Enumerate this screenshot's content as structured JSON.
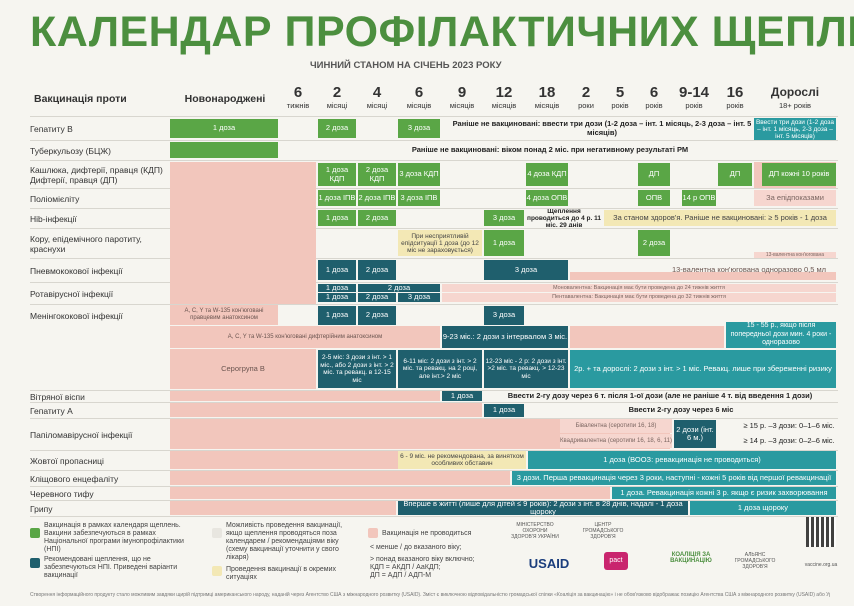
{
  "title": "КАЛЕНДАР ПРОФІЛАКТИЧНИХ ЩЕПЛЕНЬ",
  "subtitle": "ЧИННИЙ СТАНОМ НА СІЧЕНЬ 2023 РОКУ",
  "header": {
    "vaccination_against": "Вакцинація проти",
    "newborn": "Новонароджені",
    "ages": [
      {
        "n": "6",
        "u": "тижнів"
      },
      {
        "n": "2",
        "u": "місяці"
      },
      {
        "n": "4",
        "u": "місяці"
      },
      {
        "n": "6",
        "u": "місяців"
      },
      {
        "n": "9",
        "u": "місяців"
      },
      {
        "n": "12",
        "u": "місяців"
      },
      {
        "n": "18",
        "u": "місяців"
      },
      {
        "n": "2",
        "u": "роки"
      },
      {
        "n": "5",
        "u": "років"
      },
      {
        "n": "6",
        "u": "років"
      },
      {
        "n": "9-14",
        "u": "років"
      },
      {
        "n": "16",
        "u": "років"
      },
      {
        "n": "Дорослі",
        "u": "18+ років"
      }
    ]
  },
  "rows": [
    "Гепатиту В",
    "Туберкульозу (БЦЖ)",
    "Кашлюка, дифтерії, правця (КДП)\nДифтерії, правця (ДП)",
    "Поліомієліту",
    "Hib-інфекції",
    "Кору, епідемічного паротиту, краснухи",
    "Пневмококової інфекції",
    "Ротавірусної інфекції",
    "Менінгококової інфекції",
    "",
    "",
    "Вітряної віспи",
    "Гепатиту А",
    "Папіломавірусної інфекції",
    "Жовтої пропасниці",
    "Кліщового енцефаліту",
    "Черевного тифу",
    "Грипу"
  ],
  "cells": {
    "hepb_1": "1 доза",
    "hepb_2": "2 доза",
    "hepb_3": "3 доза",
    "hepb_note": "Раніше не вакциновані: ввести три дози (1-2 доза – інт. 1 місяць, 2-3 доза – інт. 5 місяців)",
    "hepb_adult": "Ввести три дози (1-2 доза – інт. 1 місяць, 2-3 доза – інт. 5 місяців)",
    "bcg_note": "Раніше не вакциновані: віком понад 2 міс. при негативному результаті РМ",
    "dtp_1": "1 доза КДП",
    "dtp_2": "2 доза КДП",
    "dtp_3": "3 доза КДП",
    "dtp_4": "4 доза КДП",
    "dtp_dp6": "ДП",
    "dtp_dp16": "ДП",
    "dtp_adult": "ДП кожні 10 років",
    "polio_1": "1 доза ІПВ",
    "polio_2": "2 доза ІПВ",
    "polio_3": "3 доза ІПВ",
    "polio_4": "4 доза ОПВ",
    "polio_5": "ОПВ",
    "polio_6": "14 р ОПВ",
    "polio_adult": "За епідпоказами",
    "hib_1": "1 доза",
    "hib_2": "2 доза",
    "hib_3": "3 доза",
    "hib_note": "Щеплення проводиться до 4 р. 11 міс. 29 днів",
    "hib_note2": "За станом здоров'я. Раніше не вакциновані: ≥ 5 років - 1 доза",
    "mmr_1": "1 доза",
    "mmr_2": "2 доза",
    "mmr_note": "При несприятливій епідситуації 1 доза (до 12 міс не зараховується)",
    "mmr_adult": "13-валентна кон'югована",
    "pcv_1": "1 доза",
    "pcv_2": "2 доза",
    "pcv_3": "3 доза",
    "pcv_note": "13-валентна кон'югована одноразово 0,5 мл",
    "rota_1": "1 доза",
    "rota_2": "2 доза",
    "rota_2b": "2 доза",
    "rota_3": "3 доза",
    "rota_note1": "Моновалентна: Вакцинація має бути проведена до 24 тижнів життя",
    "rota_note2": "Пентавалентна: Вакцинація має бути проведена до 32 тижнів життя",
    "men_1": "1 доза",
    "men_2": "2 доза",
    "men_3": "3 доза",
    "men_pk": "А, С, Y та W-135 кон'юговані правцевим анатоксином",
    "men_pk2": "А, С, Y та W-135 кон'юговані дифтерійним анатоксином",
    "men_9_23": "9-23 міс.: 2 дози з інтервалом 3 міс.",
    "men_adult": "15 - 55 р., якщо після попередньої дози мин. 4 роки - одноразово",
    "menb_pk": "Серогрупа В",
    "menb_1": "2-5 міс: 3 дози з інт. > 1 міс., або 2 дози з інт. > 2 міс. та ревакц. в 12-15 міс",
    "menb_2": "6-11 міс: 2 дози з інт. > 2 міс. та ревакц. на 2 році, але інт.> 2 міс",
    "menb_3": "12-23 міс - 2 р: 2 дози з інт. >2 міс. та ревакц. > 12-23 міс",
    "menb_4": "2р. + та дорослі: 2 дози з інт. > 1 міс. Ревакц. лише при збереженні ризику",
    "var_1": "1 доза",
    "var_note": "Ввести 2-гу дозу через 6 т. після 1-ої дози (але не раніше 4 т. від введення 1 дози)",
    "hepa_1": "1 доза",
    "hepa_note": "Ввести 2-гу дозу через 6 міс",
    "hpv_pk1": "Бівалентна (серотипи 16, 18)",
    "hpv_pk2": "Квадривалентна (серотипи 16, 18, 6, 11)",
    "hpv_2": "2 дози (інт. 6 м.)",
    "hpv_r1": "≥ 15 р. –3 дози: 0–1–6 міс.",
    "hpv_r2": "≥ 14 р. –3 дози: 0–2–6 міс.",
    "yf_note": "6 - 9 міс. не рекомендована, за винятком особливих обставин",
    "yf_1": "1 доза (ВООЗ: ревакцинація не проводиться)",
    "tbe_1": "3 дози. Перша ревакцинація через 3 роки, наступні - кожні 5 років від першої ревакцинації",
    "typh_1": "1 доза. Ревакцинація кожні 3 р. якщо є ризик захворювання",
    "flu_1": "Вперше в житті (лише для дітей ≤ 9 років): 2 дози з інт. в 28 днів, надалі - 1 доза щороку",
    "flu_adult": "1 доза щороку"
  },
  "legend": {
    "l1": "Вакцинація в рамках календаря щеплень. Вакцини забезпечуються в рамках Національної програми імунопрофілактики (НПІ)",
    "l2": "Рекомендовані щеплення, що не забезпечуються НПІ. Приведені варіанти вакцинації",
    "l3": "Можливість проведення вакцинації, якщо щеплення проводяться поза календарем / рекомендаціями віку (схему вакцинації уточнити у свого лікаря)",
    "l4": "Проведення вакцинації в окремих ситуаціях",
    "l5": "Вакцинація не проводиться",
    "l6": "< менше / до вказаного віку;",
    "l7": "> понад вказаного віку включно;\nКДП = АКДП / АаКДП;\nДП = АДП / АДП-М"
  },
  "logos": {
    "moh": "МІНІСТЕРСТВО ОХОРОНИ ЗДОРОВ'Я УКРАЇНИ",
    "phc": "ЦЕНТР ГРОМАДСЬКОГО ЗДОРОВ'Я",
    "usaid": "USAID",
    "pact": "pact",
    "coal": "КОАЛІЦІЯ ЗА ВАКЦИНАЦІЮ",
    "alliance": "АЛЬЯНС ГРОМАДСЬКОГО ЗДОРОВ'Я",
    "site": "vaccine.org.ua"
  },
  "footer": "Створення інформаційного продукту стало можливим завдяки щирій підтримці американського народу, наданій через Агентство США з міжнародного розвитку (USAID). Зміст є виключною відповідальністю громадської спілки «Коаліція за вакцинацію» і не обов'язково відображає позицію Агентства США з міжнародного розвитку (USAID) або Уряду США",
  "colors": {
    "title_green": "#4c8f3f",
    "npi_green": "#5aa646",
    "recommended_blue": "#1f5f6d",
    "teal": "#2a9aa0",
    "not_done_pink": "#f2c6bc",
    "special_yellow": "#f3e8b5"
  }
}
